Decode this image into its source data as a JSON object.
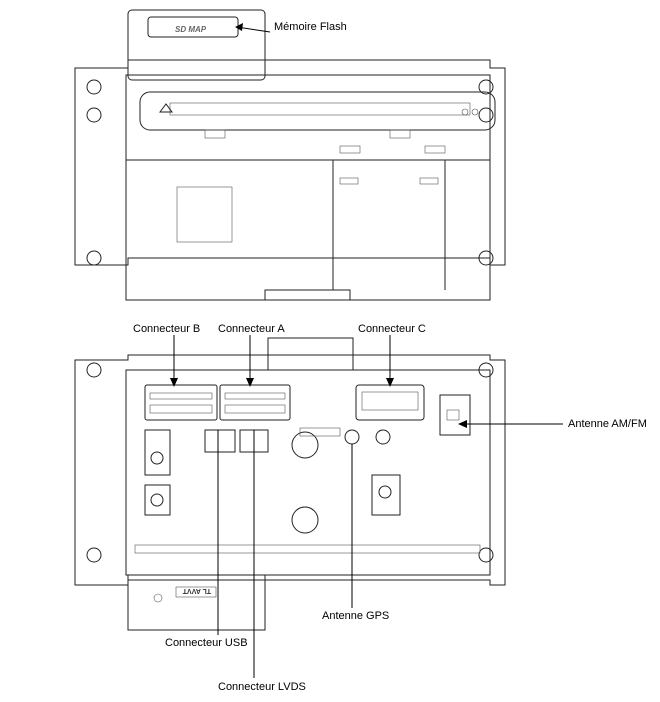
{
  "labels": {
    "flash_memory": "Mémoire Flash",
    "connector_b": "Connecteur B",
    "connector_a": "Connecteur A",
    "connector_c": "Connecteur C",
    "am_fm_antenna": "Antenne AM/FM",
    "gps_antenna": "Antenne GPS",
    "usb_connector": "Connecteur USB",
    "lvds_connector": "Connecteur LVDS"
  },
  "part_markings": {
    "sd_card": "SD MAP",
    "bottom_label": "TL AVVT"
  }
}
